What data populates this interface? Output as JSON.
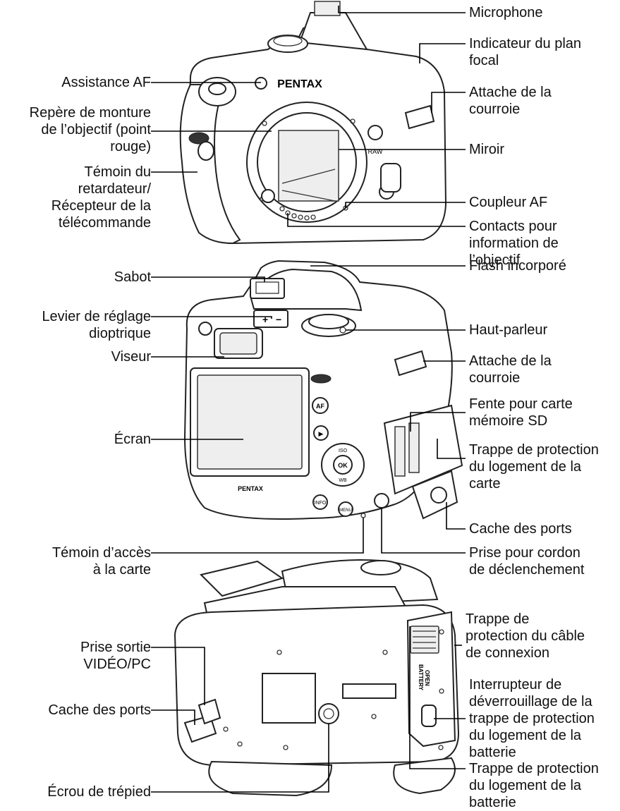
{
  "brand": "PENTAX",
  "front": {
    "left": [
      {
        "id": "assistance-af",
        "lines": [
          "Assistance AF"
        ]
      },
      {
        "id": "repere-monture",
        "lines": [
          "Repère de monture",
          "de l’objectif (point",
          "rouge)"
        ]
      },
      {
        "id": "temoin-retardateur",
        "lines": [
          "Témoin du",
          "retardateur/",
          "Récepteur de la",
          "télécommande"
        ]
      }
    ],
    "right": [
      {
        "id": "microphone",
        "lines": [
          "Microphone"
        ]
      },
      {
        "id": "indicateur-plan-focal",
        "lines": [
          "Indicateur du plan",
          "focal"
        ]
      },
      {
        "id": "attache-courroie-front",
        "lines": [
          "Attache de la",
          "courroie"
        ]
      },
      {
        "id": "miroir",
        "lines": [
          "Miroir"
        ]
      },
      {
        "id": "coupleur-af",
        "lines": [
          "Coupleur AF"
        ]
      },
      {
        "id": "contacts-objectif",
        "lines": [
          "Contacts pour",
          "information de",
          "l’objectif"
        ]
      }
    ]
  },
  "back": {
    "left": [
      {
        "id": "sabot",
        "lines": [
          "Sabot"
        ]
      },
      {
        "id": "levier-dioptrique",
        "lines": [
          "Levier de réglage",
          "dioptrique"
        ]
      },
      {
        "id": "viseur",
        "lines": [
          "Viseur"
        ]
      },
      {
        "id": "ecran",
        "lines": [
          "Écran"
        ]
      },
      {
        "id": "temoin-acces-carte",
        "lines": [
          "Témoin d’accès",
          "à la carte"
        ]
      }
    ],
    "right": [
      {
        "id": "flash-incorpore",
        "lines": [
          "Flash incorporé"
        ]
      },
      {
        "id": "haut-parleur",
        "lines": [
          "Haut-parleur"
        ]
      },
      {
        "id": "attache-courroie-back",
        "lines": [
          "Attache de la",
          "courroie"
        ]
      },
      {
        "id": "fente-carte-sd",
        "lines": [
          "Fente pour carte",
          "mémoire SD"
        ]
      },
      {
        "id": "trappe-logement-carte",
        "lines": [
          "Trappe de protection",
          "du logement de la",
          "carte"
        ]
      },
      {
        "id": "cache-ports-back",
        "lines": [
          "Cache des ports"
        ]
      },
      {
        "id": "prise-cordon",
        "lines": [
          "Prise pour cordon",
          "de déclenchement"
        ]
      }
    ]
  },
  "bottom": {
    "left": [
      {
        "id": "prise-video-pc",
        "lines": [
          "Prise sortie",
          "VIDÉO/PC"
        ]
      },
      {
        "id": "cache-ports-bottom",
        "lines": [
          "Cache des ports"
        ]
      },
      {
        "id": "ecrou-trepied",
        "lines": [
          "Écrou de trépied"
        ]
      }
    ],
    "right": [
      {
        "id": "trappe-cable",
        "lines": [
          "Trappe de",
          "protection du câble",
          "de connexion"
        ]
      },
      {
        "id": "interrupteur-deverrouillage",
        "lines": [
          "Interrupteur de",
          "déverrouillage de la",
          "trappe de protection",
          "du logement de la",
          "batterie"
        ]
      },
      {
        "id": "trappe-batterie",
        "lines": [
          "Trappe de protection",
          "du logement de la",
          "batterie"
        ]
      }
    ]
  },
  "button_marks": {
    "af": "AF",
    "play": "▶",
    "iso": "ISO",
    "ok": "OK",
    "wb": "WB",
    "info": "INFO",
    "menu": "MENU",
    "battery_open": "OPEN",
    "battery": "BATTERY"
  }
}
